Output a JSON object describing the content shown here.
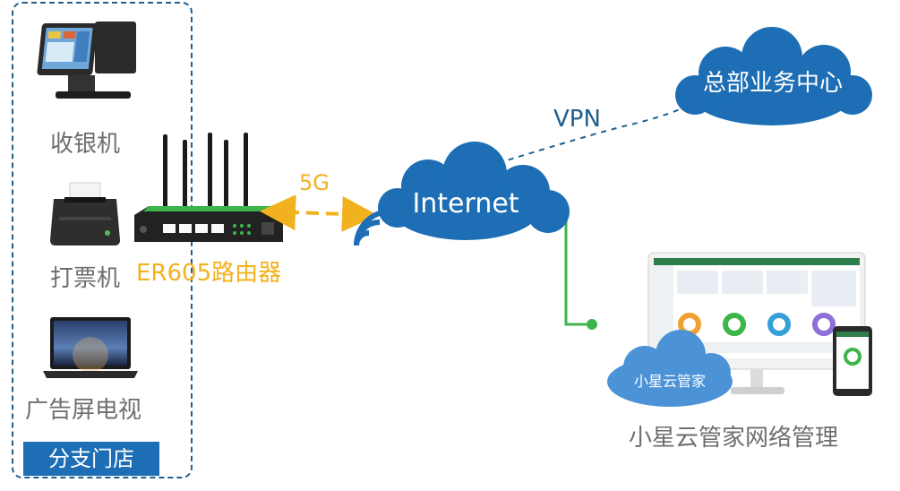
{
  "branch": {
    "devices": [
      "收银机",
      "打票机",
      "广告屏电视"
    ],
    "tag": "分支门店"
  },
  "router": {
    "label": "ER605路由器",
    "link": "5G"
  },
  "internet": {
    "label": "Internet"
  },
  "hq": {
    "label": "总部业务中心",
    "link": "VPN"
  },
  "cloud_mgmt": {
    "badge": "小星云管家",
    "label": "小星云管家网络管理"
  },
  "colors": {
    "cloud": "#1d6eb4",
    "accent": "#f2b11e",
    "green": "#3db54a",
    "dash": "#1f5f8f",
    "label": "#6e6e6e"
  }
}
